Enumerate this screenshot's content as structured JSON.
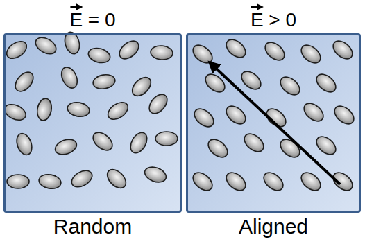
{
  "diagram": {
    "nodes": [
      {
        "text": [
          "E = 0",
          "Random"
        ]
      },
      {
        "text": [
          "E > 0",
          "Aligned"
        ]
      }
    ]
  }
}
